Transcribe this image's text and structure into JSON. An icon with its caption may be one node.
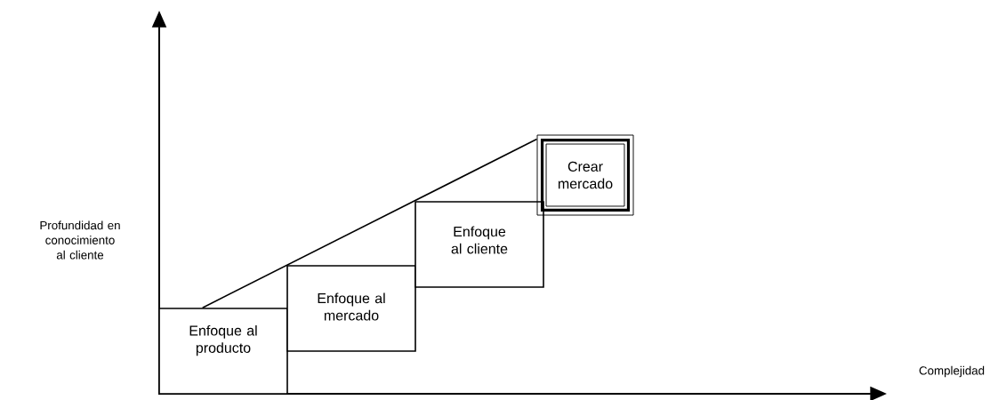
{
  "diagram": {
    "nodes": [
      {
        "text": [
          "Enfoque al producto"
        ]
      },
      {
        "text": [
          "Enfoque al mercado"
        ]
      },
      {
        "text": [
          "Enfoque al cliente"
        ]
      },
      {
        "text": [
          "Crear mercado"
        ]
      }
    ],
    "edges": [
      {
        "from": 0,
        "to": 3,
        "arrow": "none"
      }
    ],
    "labels": [
      "Profundidad en conocimiento al cliente",
      "Complejidad"
    ]
  }
}
